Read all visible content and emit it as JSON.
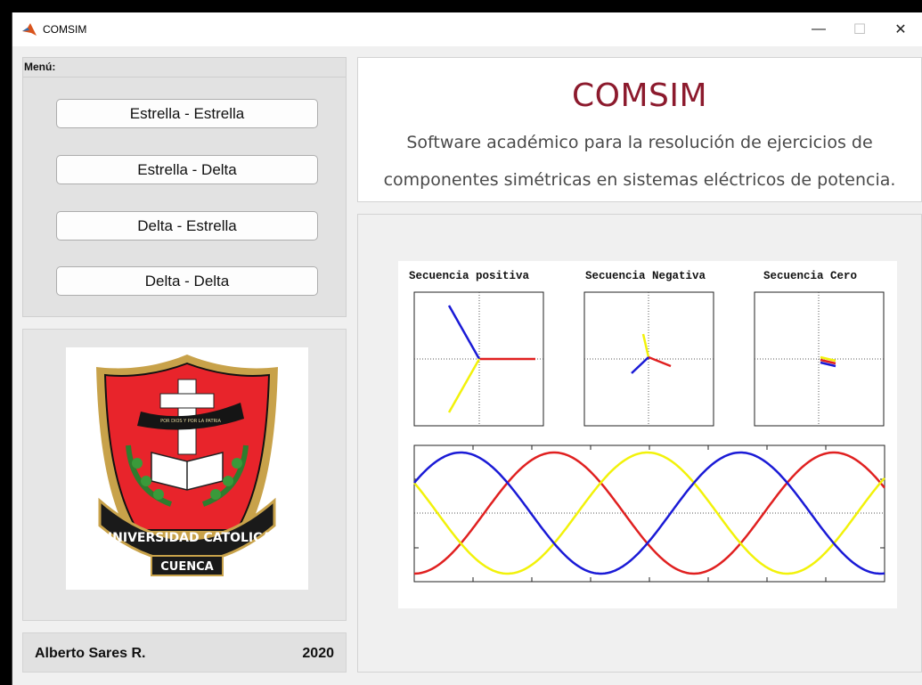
{
  "window": {
    "title": "COMSIM",
    "minimize_glyph": "—",
    "maximize_glyph": "☐",
    "close_glyph": "✕"
  },
  "menu": {
    "title": "Menú:",
    "buttons": [
      {
        "label": "Estrella - Estrella"
      },
      {
        "label": "Estrella - Delta"
      },
      {
        "label": "Delta - Estrella"
      },
      {
        "label": "Delta - Delta"
      }
    ]
  },
  "logo": {
    "ribbon_text": "POR DIOS Y POR LA PATRIA",
    "band_text": "UNIVERSIDAD CATOLICA",
    "city_text": "CUENCA"
  },
  "footer": {
    "author": "Alberto Sares R.",
    "year": "2020"
  },
  "header": {
    "title": "COMSIM",
    "description_line1": "Software académico para la resolución de ejercicios de",
    "description_line2": "componentes simétricas en sistemas eléctricos de potencia."
  },
  "phasor_plots": {
    "positive_title": "Secuencia positiva",
    "negative_title": "Secuencia Negativa",
    "zero_title": "Secuencia Cero"
  },
  "colors": {
    "phase_a": "#e02020",
    "phase_b": "#f2f20a",
    "phase_c": "#1a1ad6",
    "brand": "#8c1a2d"
  }
}
